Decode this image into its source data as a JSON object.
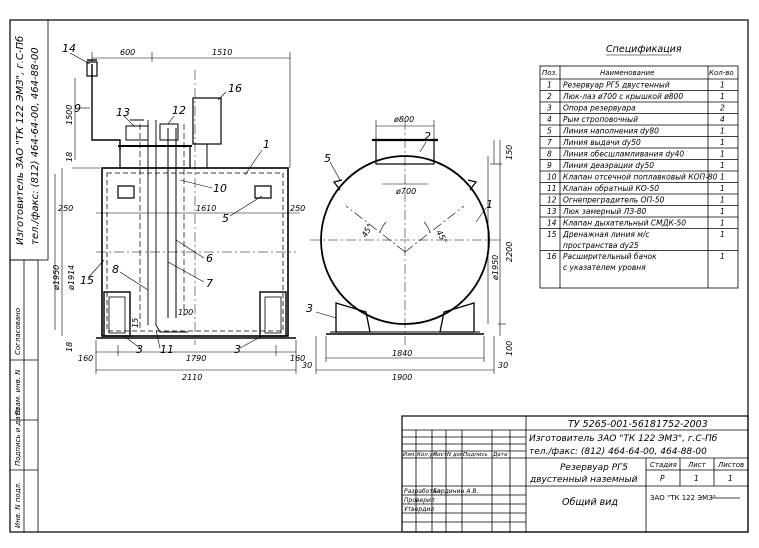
{
  "side_stamp": {
    "line1": "Изготовитель ЗАО \"ТК 122 ЭМЗ\", г.С-Пб",
    "line2": "тел./факс: (812) 464-64-00, 464-88-00"
  },
  "left_margin_labels": {
    "soglasovano": "Согласовано",
    "vzam_inv": "Взам. инв. N",
    "podpis_data": "Подпись и дата",
    "inv_podl": "Инв. N подл."
  },
  "front_view": {
    "dims": {
      "d600": "600",
      "d1510": "1510",
      "d1500": "1500",
      "d18_top": "18",
      "d250_left": "250",
      "d1610": "1610",
      "d250_right": "250",
      "d1950": "ø1950",
      "d1914": "ø1914",
      "d18_bottom": "18",
      "d160_left": "160",
      "d1790": "1790",
      "d160_right": "160",
      "d2110": "2110",
      "d15": "15",
      "d100": "100"
    },
    "callouts": [
      "14",
      "9",
      "13",
      "12",
      "16",
      "1",
      "10",
      "5",
      "6",
      "7",
      "8",
      "15",
      "3",
      "11",
      "3"
    ]
  },
  "side_view": {
    "dims": {
      "d800": "ø800",
      "d700": "ø700",
      "d150": "150",
      "d1950": "ø1950",
      "d2200": "2200",
      "d30_left": "30",
      "d1840": "1840",
      "d30_right": "30",
      "d1900": "1900",
      "d100": "100",
      "a45_left": "45°",
      "a45_right": "45°"
    },
    "callouts": [
      "2",
      "5",
      "1",
      "3"
    ]
  },
  "specification": {
    "title": "Спецификация",
    "headers": [
      "Поз.",
      "Наименование",
      "Кол-во"
    ],
    "rows": [
      {
        "pos": "1",
        "name": "Резервуар РГ5 двустенный",
        "qty": "1"
      },
      {
        "pos": "2",
        "name": "Люк-лаз ø700 с крышкой ø800",
        "qty": "1"
      },
      {
        "pos": "3",
        "name": "Опора резервуара",
        "qty": "2"
      },
      {
        "pos": "4",
        "name": "Рым строповочный",
        "qty": "4"
      },
      {
        "pos": "5",
        "name": "Линия наполнения dу80",
        "qty": "1"
      },
      {
        "pos": "7",
        "name": "Линия выдачи dу50",
        "qty": "1"
      },
      {
        "pos": "8",
        "name": "Линия обесшламливания dу40",
        "qty": "1"
      },
      {
        "pos": "9",
        "name": "Линия деаэрации dу50",
        "qty": "1"
      },
      {
        "pos": "10",
        "name": "Клапан отсечной поплавковый КОП-80",
        "qty": "1"
      },
      {
        "pos": "11",
        "name": "Клапан обратный КО-50",
        "qty": "1"
      },
      {
        "pos": "12",
        "name": "Огнепреградитель ОП-50",
        "qty": "1"
      },
      {
        "pos": "13",
        "name": "Люк замерный ЛЗ-80",
        "qty": "1"
      },
      {
        "pos": "14",
        "name": "Клапан дыхательный СМДК-50",
        "qty": "1"
      },
      {
        "pos": "15",
        "name": "Дренажная линия м/с",
        "name2": "пространства dу25",
        "qty": "1"
      },
      {
        "pos": "16",
        "name": "Расширительный бачок",
        "name2": "с указателем уровня",
        "qty": "1"
      }
    ]
  },
  "title_block": {
    "code": "ТУ 5265-001-56181752-2003",
    "maker_line1": "Изготовитель ЗАО \"ТК 122 ЭМЗ\", г.С-Пб",
    "maker_line2": "тел./факс: (812) 464-64-00, 464-88-00",
    "change_cols": [
      "Изм.",
      "Кол.уч",
      "Лист",
      "N док.",
      "Подпись",
      "Дата"
    ],
    "product_line1": "Резервуар РГ5",
    "product_line2": "двустенный наземный",
    "stage_label": "Стадия",
    "sheet_label": "Лист",
    "sheets_label": "Листов",
    "stage_value": "Р",
    "sheet_value": "1",
    "sheets_value": "1",
    "role_developed": "Разработал",
    "role_checked": "Проверил",
    "role_approved": "Утвердил",
    "developer_name": "Бердинин А.В.",
    "view_name": "Общий вид",
    "org": "ЗАО \"ТК 122 ЭМЗ\""
  }
}
